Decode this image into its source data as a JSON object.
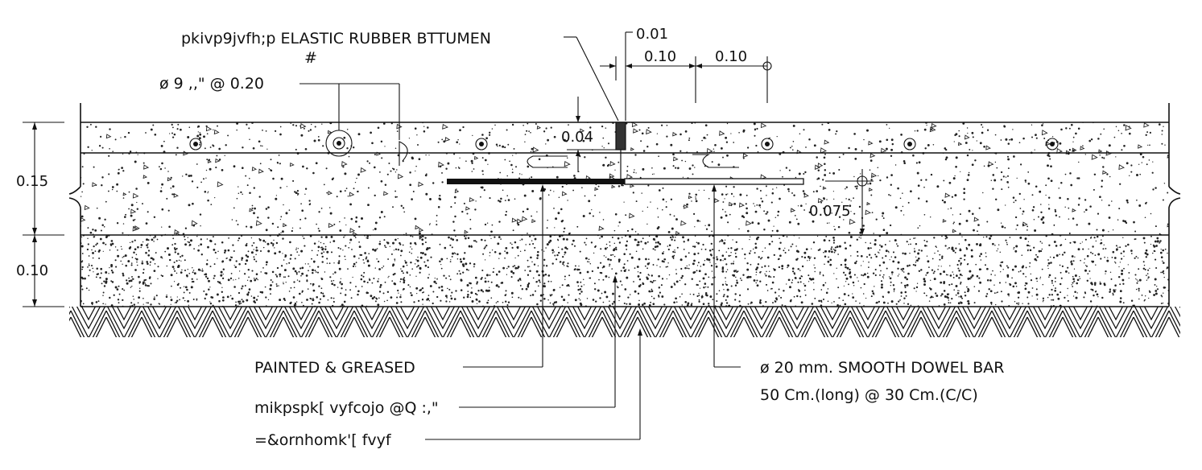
{
  "labels": {
    "joint_filler": "pkivp9jvfh;p  ELASTIC RUBBER BTTUMEN",
    "tie_bar": "ø 9 ,,\"  @ 0.20",
    "tie_bar_mark": "#",
    "painted": "PAINTED & GREASED",
    "dowel_line1": "ø 20 mm. SMOOTH DOWEL BAR",
    "dowel_line2": "50 Cm.(long) @ 30 Cm.(C/C)",
    "base_layer": "mikpspk[ vyfcojo @Q :,\"",
    "subgrade": "=&ornhomk'[ fvyf"
  },
  "dimensions": {
    "gap": "0.01",
    "spacing_a": "0.10",
    "spacing_b": "0.10",
    "groove_depth": "0.04",
    "slab_thickness": "0.15",
    "base_thickness": "0.10",
    "dowel_depth": "0.075"
  }
}
